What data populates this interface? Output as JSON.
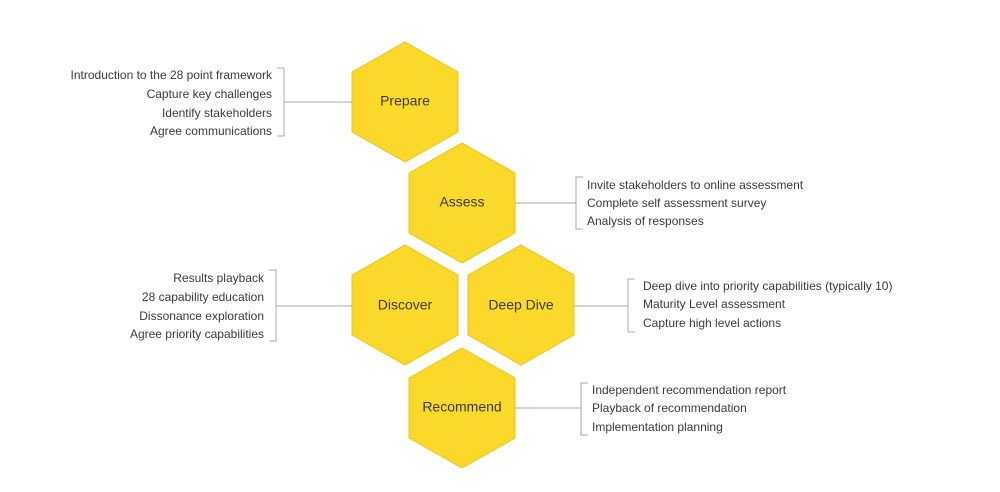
{
  "diagram": {
    "steps": [
      {
        "id": "prepare",
        "label": "Prepare",
        "side": "left",
        "items": [
          "Introduction to the 28 point framework",
          "Capture key challenges",
          "Identify stakeholders",
          "Agree communications"
        ]
      },
      {
        "id": "assess",
        "label": "Assess",
        "side": "right",
        "items": [
          "Invite stakeholders to online assessment",
          "Complete self assessment survey",
          "Analysis of responses"
        ]
      },
      {
        "id": "discover",
        "label": "Discover",
        "side": "left",
        "items": [
          "Results playback",
          "28 capability education",
          "Dissonance exploration",
          "Agree priority capabilities"
        ]
      },
      {
        "id": "deep-dive",
        "label": "Deep Dive",
        "side": "right",
        "items": [
          "Deep dive into priority capabilities (typically 10)",
          "Maturity Level assessment",
          "Capture high level actions"
        ]
      },
      {
        "id": "recommend",
        "label": "Recommend",
        "side": "right",
        "items": [
          "Independent recommendation report",
          "Playback of recommendation",
          "Implementation planning"
        ]
      }
    ]
  }
}
